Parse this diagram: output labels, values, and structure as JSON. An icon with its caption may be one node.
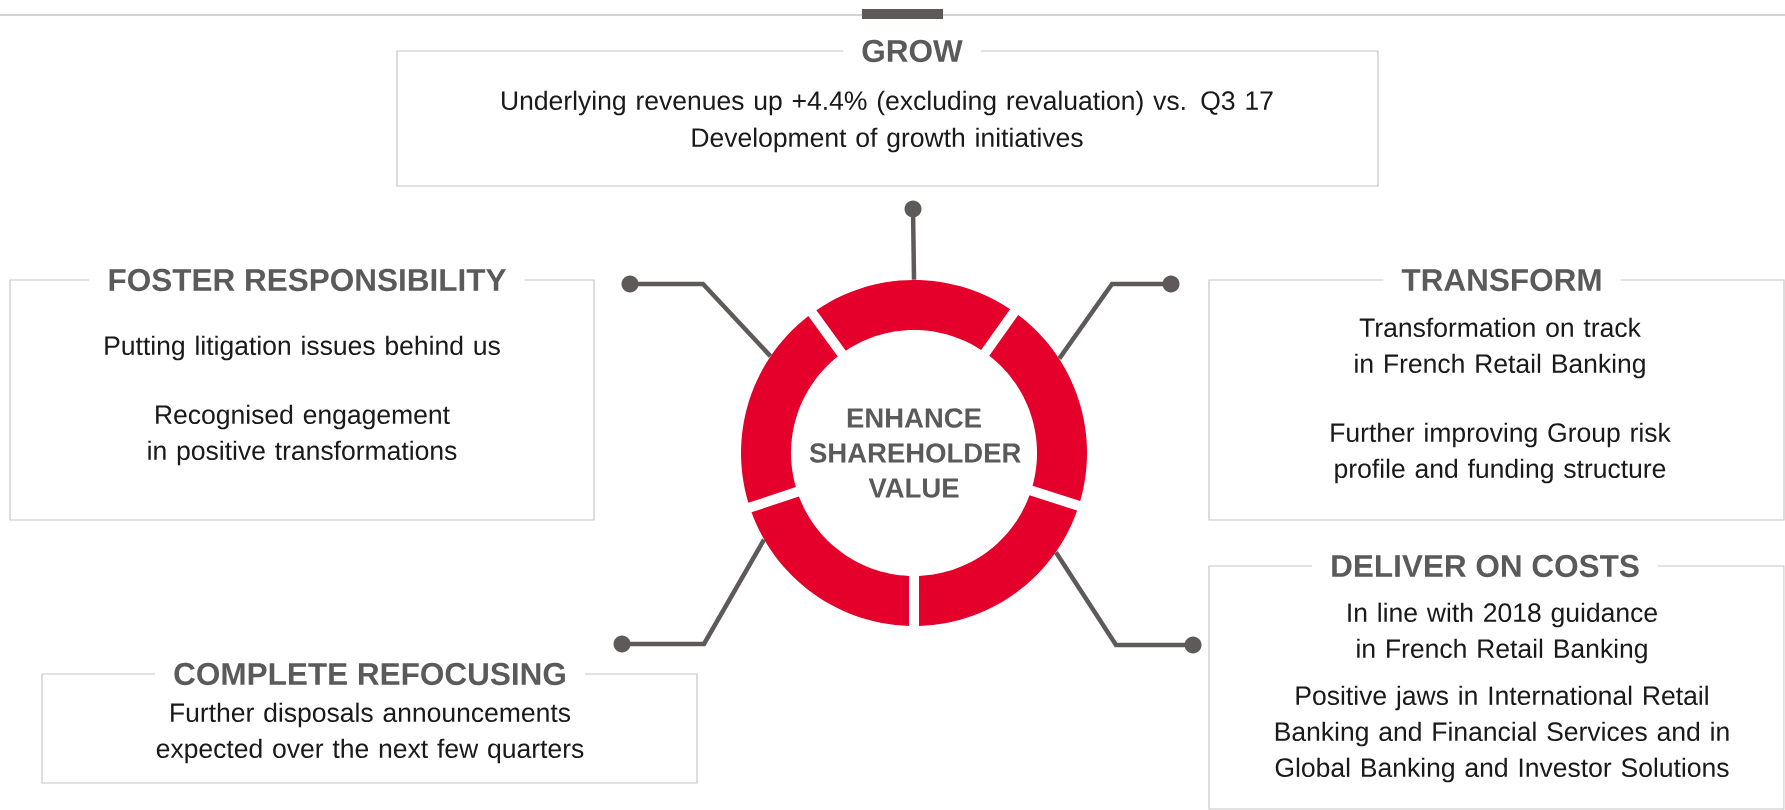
{
  "diagram": {
    "nodes": [
      {
        "text": [
          "ENHANCE SHAREHOLDER VALUE"
        ]
      },
      {
        "text": [
          "GROW",
          "Underlying revenues up +4.4% (excluding revaluation) vs. Q3 17",
          "Development of growth initiatives"
        ]
      },
      {
        "text": [
          "FOSTER RESPONSIBILITY",
          "Putting litigation issues behind us",
          "Recognised engagement in positive transformations"
        ]
      },
      {
        "text": [
          "TRANSFORM",
          "Transformation on track in French Retail Banking",
          "Further improving Group risk profile and funding structure"
        ]
      },
      {
        "text": [
          "COMPLETE REFOCUSING",
          "Further disposals announcements expected over the next few quarters"
        ]
      },
      {
        "text": [
          "DELIVER ON COSTS",
          "In line with 2018 guidance in French Retail Banking",
          "Positive jaws in International Retail Banking and Financial Services and in Global Banking and Investor Solutions"
        ]
      }
    ],
    "edges": [
      {
        "from": 0,
        "to": 1,
        "arrow": "other"
      },
      {
        "from": 0,
        "to": 2,
        "arrow": "other"
      },
      {
        "from": 0,
        "to": 3,
        "arrow": "other"
      },
      {
        "from": 0,
        "to": 4,
        "arrow": "other"
      },
      {
        "from": 0,
        "to": 5,
        "arrow": "other"
      }
    ]
  }
}
